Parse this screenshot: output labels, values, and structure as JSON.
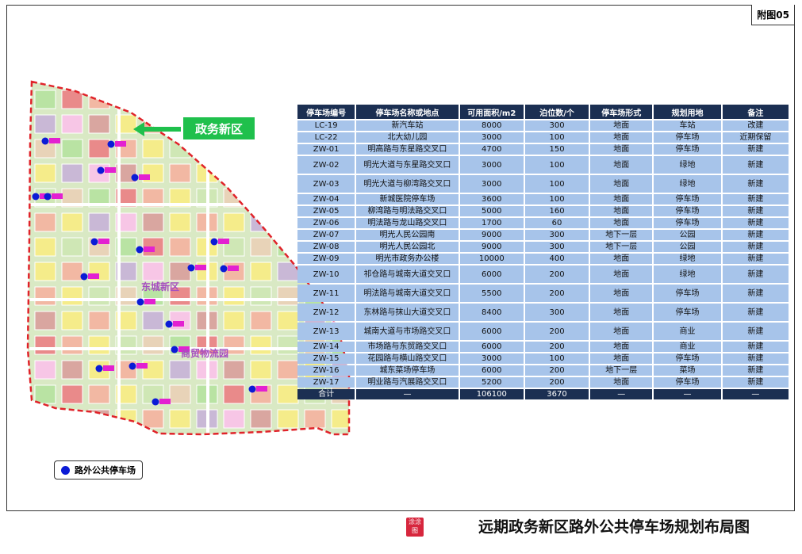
{
  "figure_tag": "附图05",
  "caption": "远期政务新区路外公共停车场规划布局图",
  "seal_text": "涂涂图",
  "callout": "政务新区",
  "area_labels": {
    "east": "东城新区",
    "trade": "商贸物流园"
  },
  "legend": {
    "label": "路外公共停车场",
    "color": "#0b1bd6"
  },
  "colors": {
    "header": "#1b2f52",
    "cell": "#a7c4ea",
    "boundary": "#e0232a",
    "callout": "#1fc04c"
  },
  "table": {
    "headers": [
      "停车场编号",
      "停车场名称或地点",
      "可用面积/m2",
      "泊位数/个",
      "停车场形式",
      "规划用地",
      "备注"
    ],
    "rows": [
      [
        "LC-19",
        "新汽车站",
        "8000",
        "300",
        "地面",
        "车站",
        "改建"
      ],
      [
        "LC-22",
        "北大幼儿园",
        "3000",
        "100",
        "地面",
        "停车场",
        "近期保留"
      ],
      [
        "ZW-01",
        "明高路与东星路交叉口",
        "4700",
        "150",
        "地面",
        "停车场",
        "新建"
      ],
      [
        "ZW-02",
        "明光大道与东星路交叉口",
        "3000",
        "100",
        "地面",
        "绿地",
        "新建"
      ],
      [
        "ZW-03",
        "明光大道与柳湾路交叉口",
        "3000",
        "100",
        "地面",
        "绿地",
        "新建"
      ],
      [
        "ZW-04",
        "新城医院停车场",
        "3600",
        "100",
        "地面",
        "停车场",
        "新建"
      ],
      [
        "ZW-05",
        "柳湾路与明法路交叉口",
        "5000",
        "160",
        "地面",
        "停车场",
        "新建"
      ],
      [
        "ZW-06",
        "明法路与龙山路交叉口",
        "1700",
        "60",
        "地面",
        "停车场",
        "新建"
      ],
      [
        "ZW-07",
        "明光人民公园南",
        "9000",
        "300",
        "地下一层",
        "公园",
        "新建"
      ],
      [
        "ZW-08",
        "明光人民公园北",
        "9000",
        "300",
        "地下一层",
        "公园",
        "新建"
      ],
      [
        "ZW-09",
        "明光市政务办公楼",
        "10000",
        "400",
        "地面",
        "绿地",
        "新建"
      ],
      [
        "ZW-10",
        "祁仓路与城南大道交叉口",
        "6000",
        "200",
        "地面",
        "绿地",
        "新建"
      ],
      [
        "ZW-11",
        "明法路与城南大道交叉口",
        "5500",
        "200",
        "地面",
        "停车场",
        "新建"
      ],
      [
        "ZW-12",
        "东林路与抹山大道交叉口",
        "8400",
        "300",
        "地面",
        "停车场",
        "新建"
      ],
      [
        "ZW-13",
        "城南大道与市场路交叉口",
        "6000",
        "200",
        "地面",
        "商业",
        "新建"
      ],
      [
        "ZW-14",
        "市场路与东贸路交叉口",
        "6000",
        "200",
        "地面",
        "商业",
        "新建"
      ],
      [
        "ZW-15",
        "花园路与横山路交叉口",
        "3000",
        "100",
        "地面",
        "停车场",
        "新建"
      ],
      [
        "ZW-16",
        "城东菜场停车场",
        "6000",
        "200",
        "地下一层",
        "菜场",
        "新建"
      ],
      [
        "ZW-17",
        "明业路与汽展路交叉口",
        "5200",
        "200",
        "地面",
        "停车场",
        "新建"
      ]
    ],
    "total": [
      "合计",
      "—",
      "106100",
      "3670",
      "—",
      "—",
      "—"
    ]
  }
}
